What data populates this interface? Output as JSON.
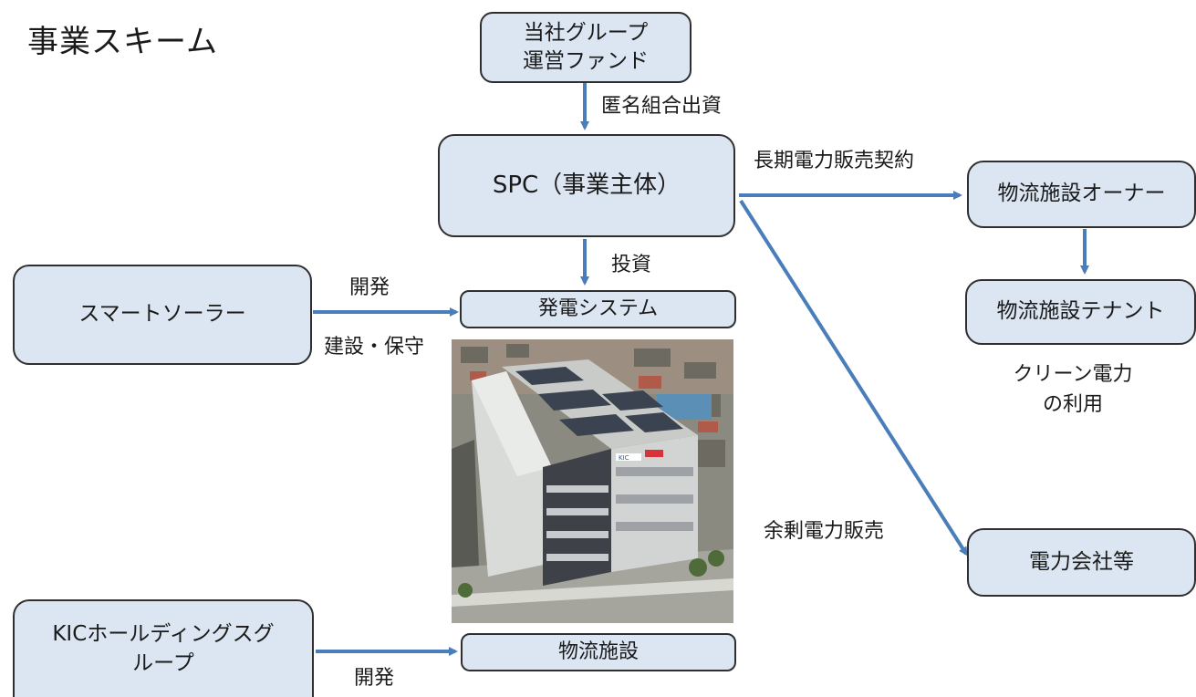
{
  "title": "事業スキーム",
  "nodes": {
    "fund": "当社グループ\n運営ファンド",
    "spc": "SPC（事業主体）",
    "smart_solar": "スマートソーラー",
    "power_system": "発電システム",
    "owner": "物流施設オーナー",
    "tenant": "物流施設テナント",
    "utility": "電力会社等",
    "kic": "KICホールディングスグ\nループ",
    "logistics": "物流施設"
  },
  "labels": {
    "investment_tk": "匿名組合出資",
    "long_term_ppa": "長期電力販売契約",
    "invest": "投資",
    "develop_top": "開発",
    "build_maintain": "建設・保守",
    "clean_power": "クリーン電力\nの利用",
    "surplus_sale": "余剰電力販売",
    "develop_bottom": "開発"
  },
  "photo": {
    "description_icon": "logistics-warehouse-photo",
    "sign_text": "KIC"
  },
  "colors": {
    "node_fill": "#dce6f2",
    "node_border": "#2f2f2f",
    "arrow": "#4a7ebb"
  }
}
